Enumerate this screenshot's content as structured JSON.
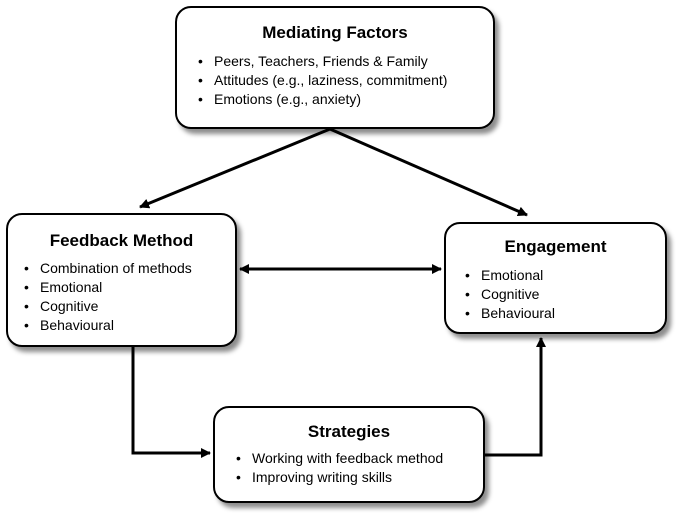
{
  "boxes": {
    "mediating": {
      "title": "Mediating Factors",
      "items": [
        "Peers, Teachers, Friends & Family",
        "Attitudes (e.g., laziness, commitment)",
        "Emotions (e.g., anxiety)"
      ]
    },
    "feedback": {
      "title": "Feedback Method",
      "items": [
        "Combination of methods",
        "Emotional",
        "Cognitive",
        "Behavioural"
      ]
    },
    "engagement": {
      "title": "Engagement",
      "items": [
        "Emotional",
        "Cognitive",
        "Behavioural"
      ]
    },
    "strategies": {
      "title": "Strategies",
      "items": [
        "Working with feedback method",
        "Improving writing skills"
      ]
    }
  },
  "connectors": [
    {
      "from": "Mediating Factors",
      "to": "Feedback Method",
      "direction": "forward"
    },
    {
      "from": "Mediating Factors",
      "to": "Engagement",
      "direction": "forward"
    },
    {
      "from": "Feedback Method",
      "to": "Engagement",
      "direction": "both"
    },
    {
      "from": "Feedback Method",
      "to": "Strategies",
      "direction": "forward"
    },
    {
      "from": "Strategies",
      "to": "Engagement",
      "direction": "forward"
    }
  ],
  "colors": {
    "line": "#000000",
    "box_fill": "#ffffff",
    "shadow": "#555555"
  }
}
